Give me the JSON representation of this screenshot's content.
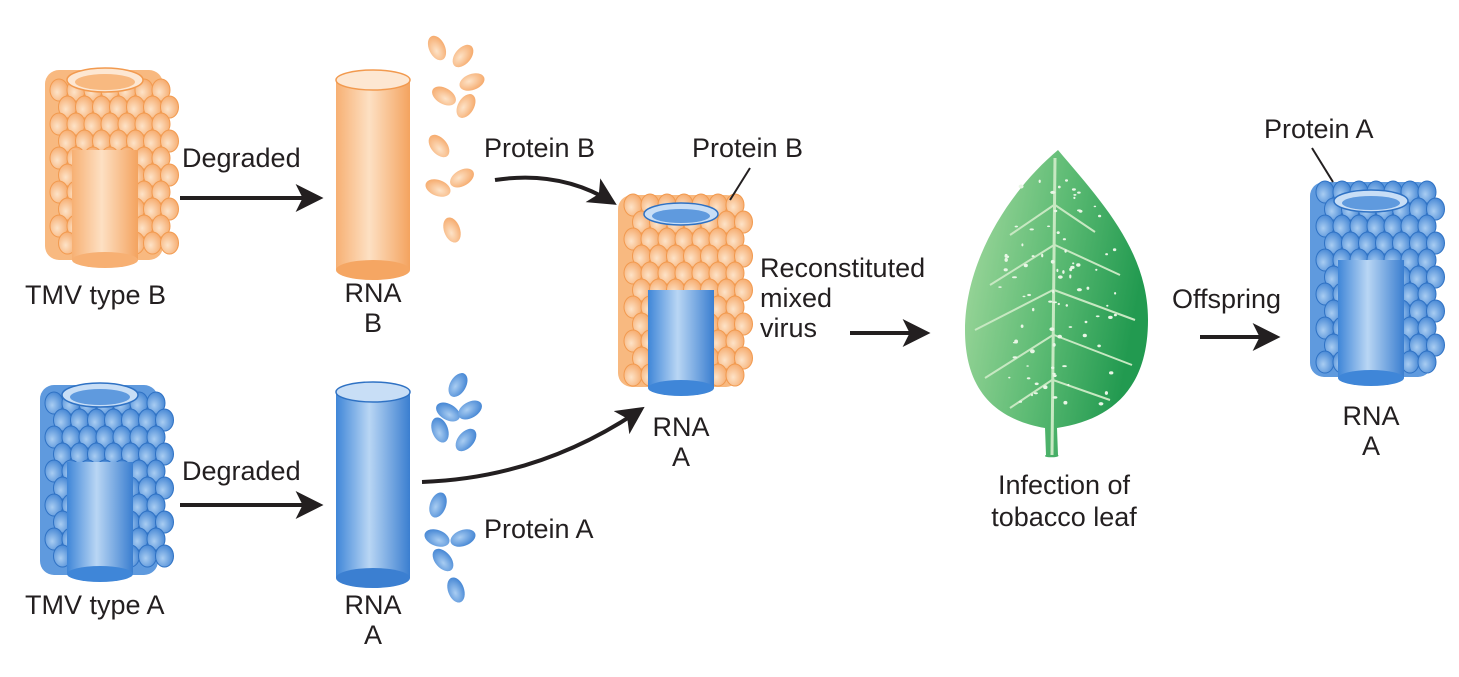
{
  "labels": {
    "tmv_b": "TMV type B",
    "tmv_a": "TMV type A",
    "degraded_top": "Degraded",
    "degraded_bottom": "Degraded",
    "rna_b_line1": "RNA",
    "rna_b_line2": "B",
    "rna_a_line1": "RNA",
    "rna_a_line2": "A",
    "protein_b_free": "Protein B",
    "protein_a_free": "Protein A",
    "protein_b_coat": "Protein B",
    "mixed_rna_line1": "RNA",
    "mixed_rna_line2": "A",
    "reconstituted_line1": "Reconstituted",
    "reconstituted_line2": "mixed",
    "reconstituted_line3": "virus",
    "infection_line1": "Infection of",
    "infection_line2": "tobacco leaf",
    "offspring": "Offspring",
    "protein_a_offspring": "Protein A",
    "offspring_rna_line1": "RNA",
    "offspring_rna_line2": "A"
  },
  "colors": {
    "orange_fill": "#fbc493",
    "orange_dark": "#f5a25c",
    "blue_fill": "#6fa6e0",
    "blue_dark": "#3b7fd1",
    "leaf_light": "#9ed59a",
    "leaf_dark": "#2fa05a",
    "arrow": "#231f20"
  }
}
